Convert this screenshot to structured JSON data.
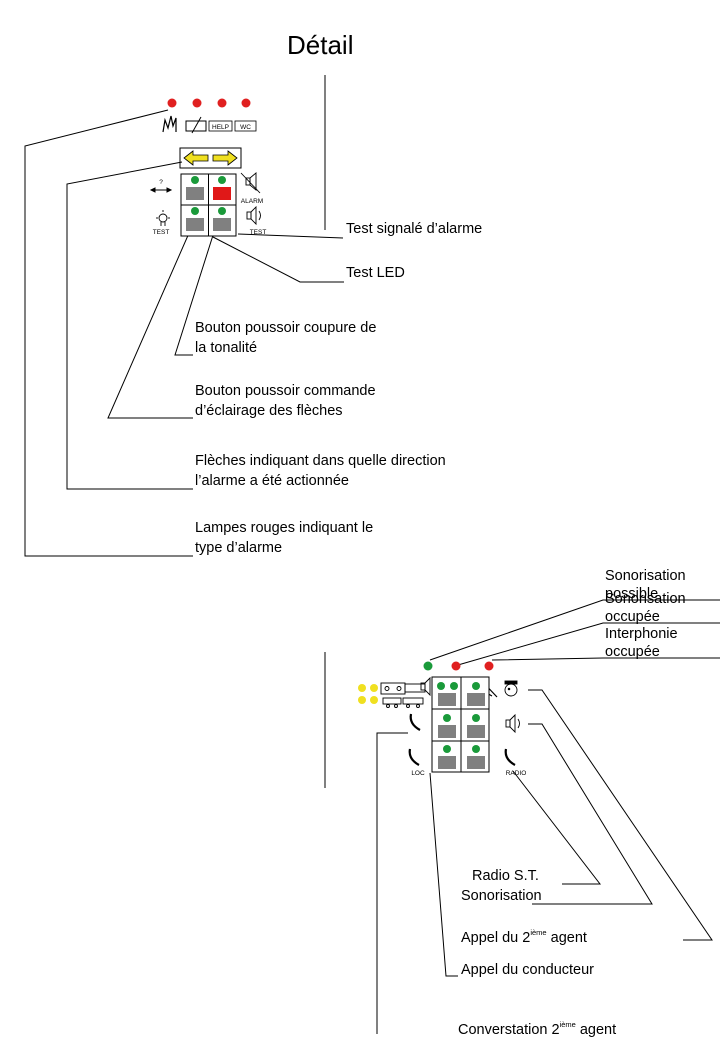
{
  "title": "Détail",
  "labels": {
    "test_alarm": "Test signalé d’alarme",
    "test_led": "Test LED",
    "mute_line1": "Bouton poussoir coupure de",
    "mute_line2": "la tonalité",
    "arrows_btn_line1": "Bouton poussoir commande",
    "arrows_btn_line2": "d’éclairage des flèches",
    "arrows_line1": "Flèches indiquant dans quelle direction",
    "arrows_line2": "l’alarme a été actionnée",
    "red_lamps_line1": "Lampes rouges indiquant le",
    "red_lamps_line2": "type d’alarme",
    "sono_possible_1": "Sonorisation",
    "sono_possible_2": "possible",
    "sono_busy_1": "Sonorisation",
    "sono_busy_2": "occupée",
    "interph_1": "Interphonie",
    "interph_2": "occupée",
    "radio_st": "Radio S.T.",
    "sonorisation": "Sonorisation",
    "appel_2_pre": "Appel du 2",
    "appel_2_sup": "ième",
    "appel_2_post": " agent",
    "appel_cond": "Appel du conducteur",
    "conv_pre": "Converstation 2",
    "conv_sup": "ième",
    "conv_post": " agent"
  },
  "panel_text": {
    "help": "HELP",
    "wc": "WC",
    "alarm": "ALARM",
    "test_left": "TEST",
    "test_right": "TEST",
    "question": "?",
    "loc": "LOC",
    "radio": "RADIO"
  },
  "colors": {
    "led_red": "#e02020",
    "led_green": "#1a9a3a",
    "led_yellow": "#f0e020",
    "button_grey": "#808080",
    "button_red": "#e01818",
    "arrow_yellow": "#f0e020"
  }
}
